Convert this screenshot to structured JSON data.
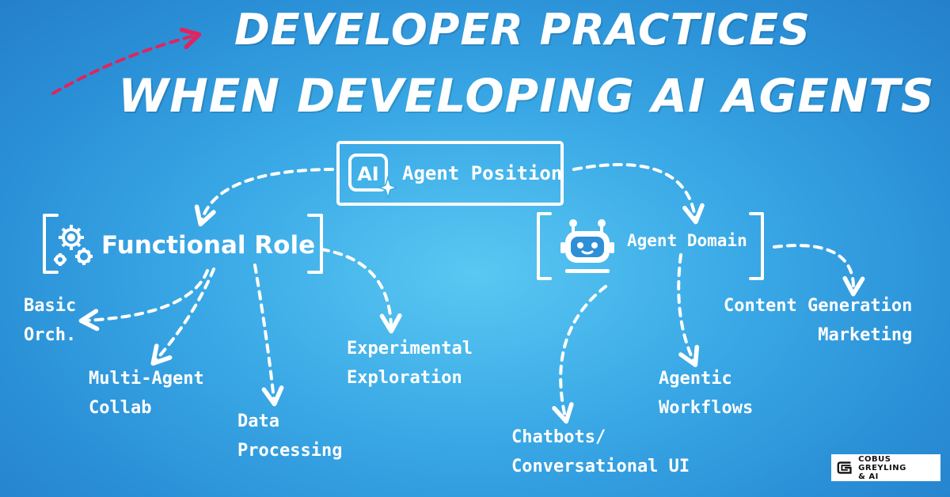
{
  "title": {
    "line1": "DEVELOPER PRACTICES",
    "line2": "WHEN DEVELOPING AI AGENTS"
  },
  "root": {
    "icon_text": "AI",
    "label": "Agent Position",
    "icon": "ai-sparkle-icon"
  },
  "branches": {
    "functional_role": {
      "label": "Functional Role",
      "icon": "gears-icon",
      "children": [
        "Basic\nOrch.",
        "Multi-Agent\nCollab",
        "Data\nProcessing",
        "Experimental\nExploration"
      ]
    },
    "agent_domain": {
      "label": "Agent Domain",
      "icon": "robot-icon",
      "children": [
        "Chatbots/\nConversational UI",
        "Agentic\nWorkflows",
        "Content Generation\nMarketing"
      ]
    }
  },
  "logo": {
    "text": "COBUS GREYLING\n& AI",
    "icon": "cg-logo-icon"
  },
  "colors": {
    "background": "#3aa9e6",
    "text": "#ffffff",
    "accent_arrow": "#e0245e"
  }
}
